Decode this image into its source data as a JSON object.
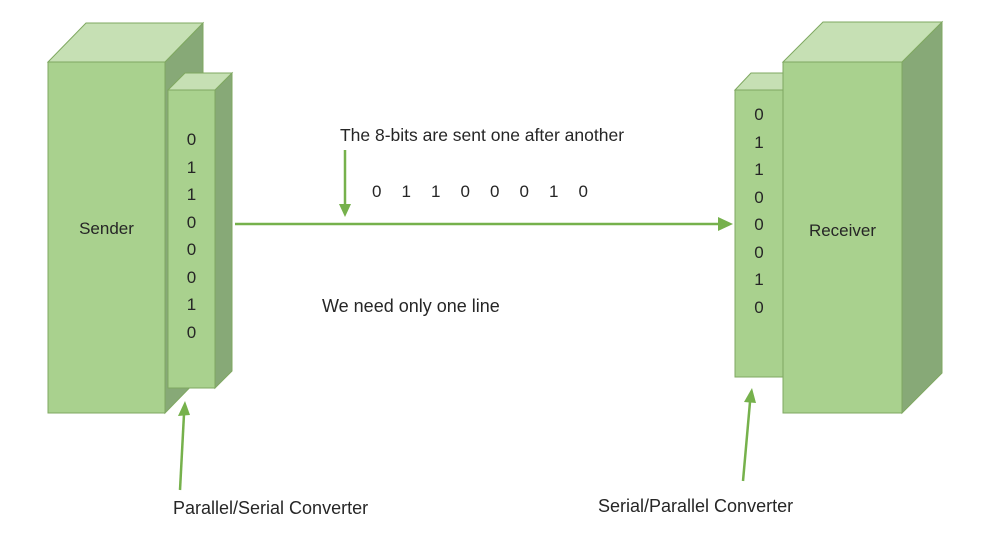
{
  "colors": {
    "box_front": "#a9d18e",
    "box_top": "#c6e0b4",
    "box_side": "#87a977",
    "box_border": "#7fa861",
    "arrow": "#76b14c",
    "text": "#262626"
  },
  "sender": {
    "label": "Sender",
    "bits": [
      "0",
      "1",
      "1",
      "0",
      "0",
      "0",
      "1",
      "0"
    ],
    "converter_label": "Parallel/Serial Converter"
  },
  "receiver": {
    "label": "Receiver",
    "bits": [
      "0",
      "1",
      "1",
      "0",
      "0",
      "0",
      "1",
      "0"
    ],
    "converter_label": "Serial/Parallel Converter"
  },
  "channel": {
    "caption_top": "The 8-bits are sent one after another",
    "serial_bits": [
      "0",
      "1",
      "1",
      "0",
      "0",
      "0",
      "1",
      "0"
    ],
    "caption_bottom": "We need only one line"
  }
}
